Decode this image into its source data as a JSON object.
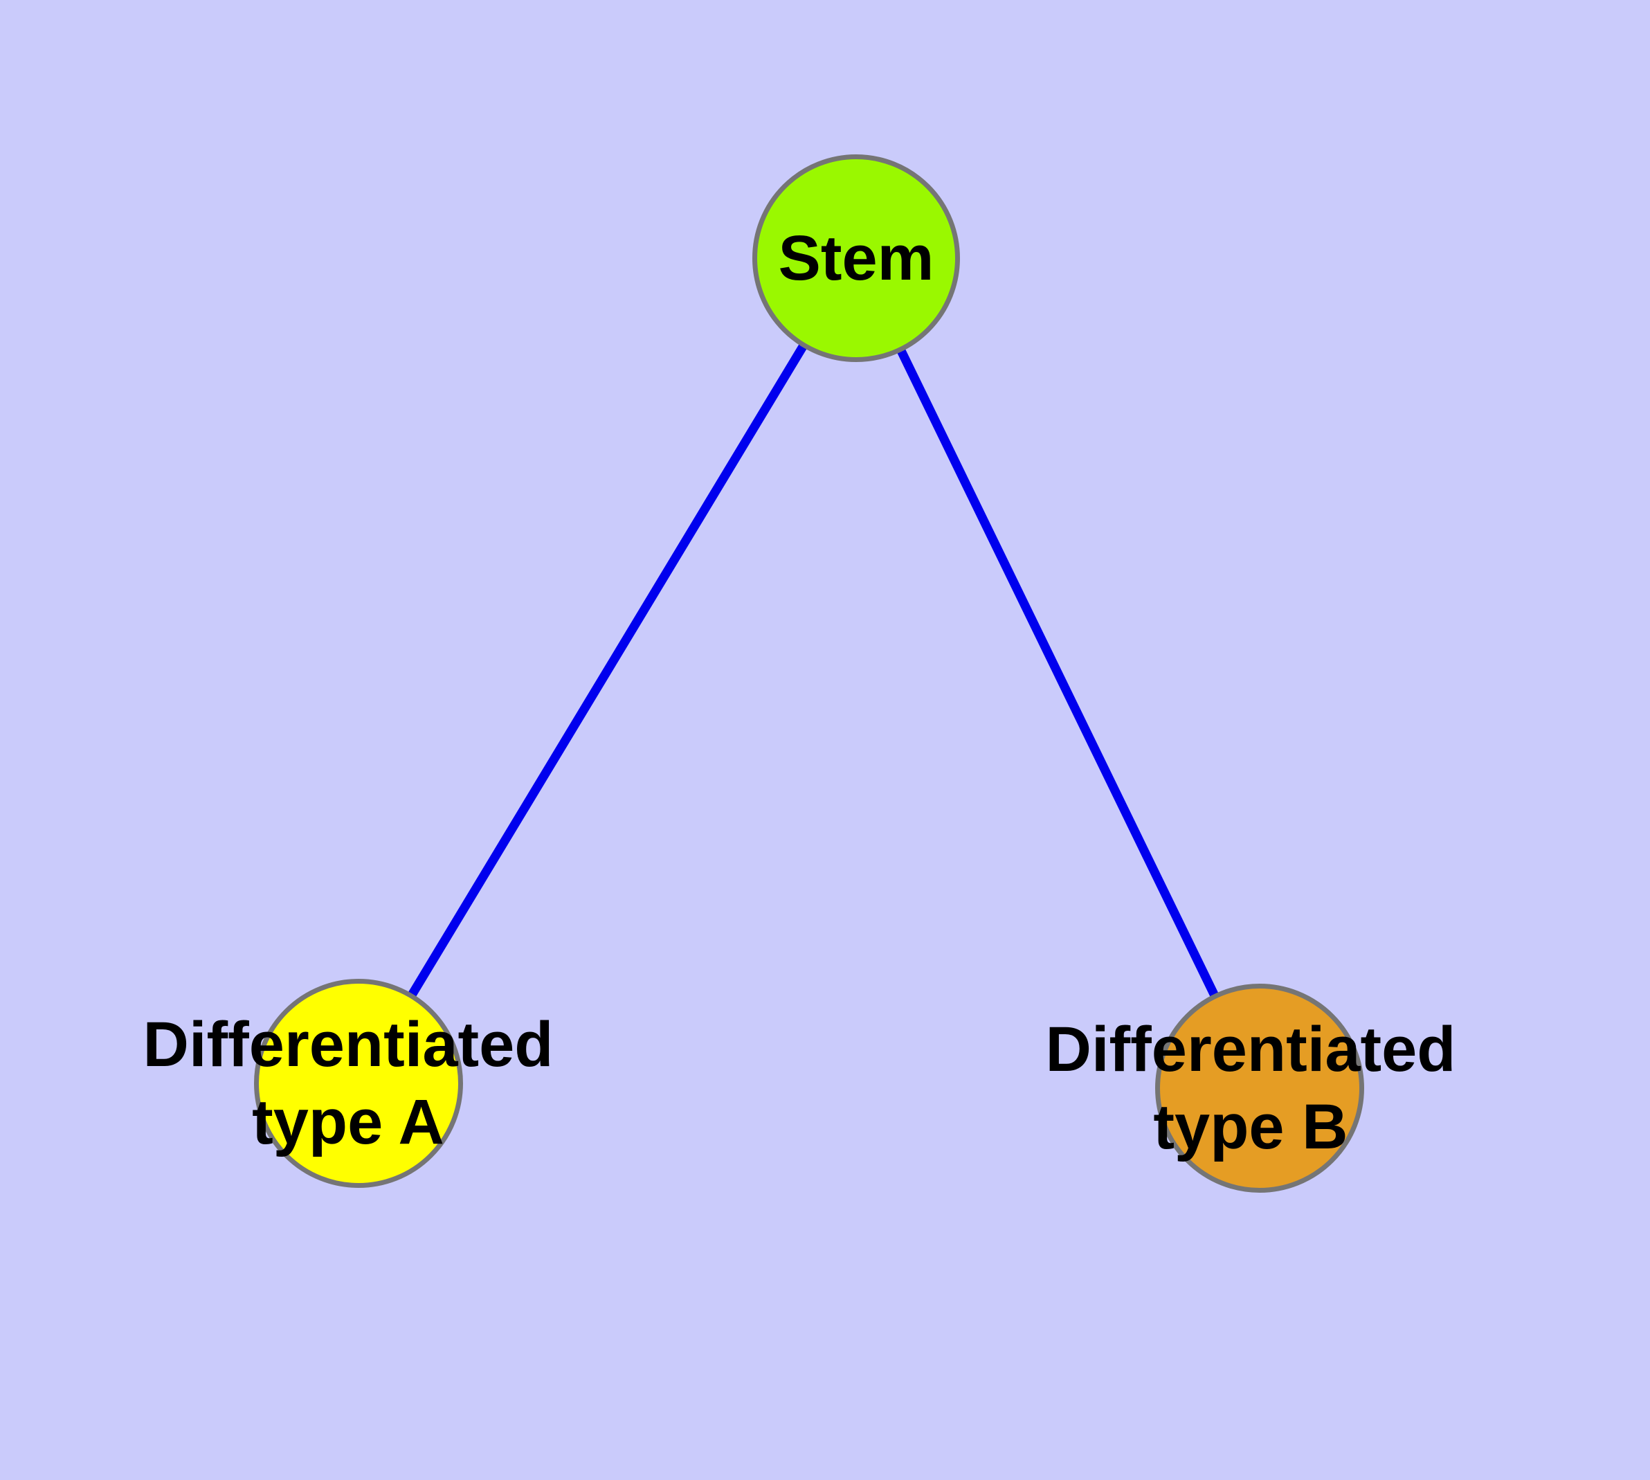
{
  "diagram": {
    "type": "graph",
    "description": "Cell differentiation graph: Stem node linked to two differentiated cell type nodes",
    "background_color": "#CACBFB",
    "text_color": "#000000",
    "nodes": [
      {
        "id": "stem",
        "label": "Stem",
        "label_lines": [
          "Stem"
        ],
        "fill_color": "#9AF800",
        "border_color": "#757575"
      },
      {
        "id": "differentiated-type-a",
        "label": "Differentiated type A",
        "label_lines": [
          "Differentiated",
          "type A"
        ],
        "fill_color": "#FFFF00",
        "border_color": "#757575"
      },
      {
        "id": "differentiated-type-b",
        "label": "Differentiated type B",
        "label_lines": [
          "Differentiated",
          "type B"
        ],
        "fill_color": "#E59D24",
        "border_color": "#757575"
      }
    ],
    "edges": [
      {
        "from": "stem",
        "to": "differentiated-type-a",
        "color": "#0000EE"
      },
      {
        "from": "stem",
        "to": "differentiated-type-b",
        "color": "#0000EE"
      }
    ]
  }
}
